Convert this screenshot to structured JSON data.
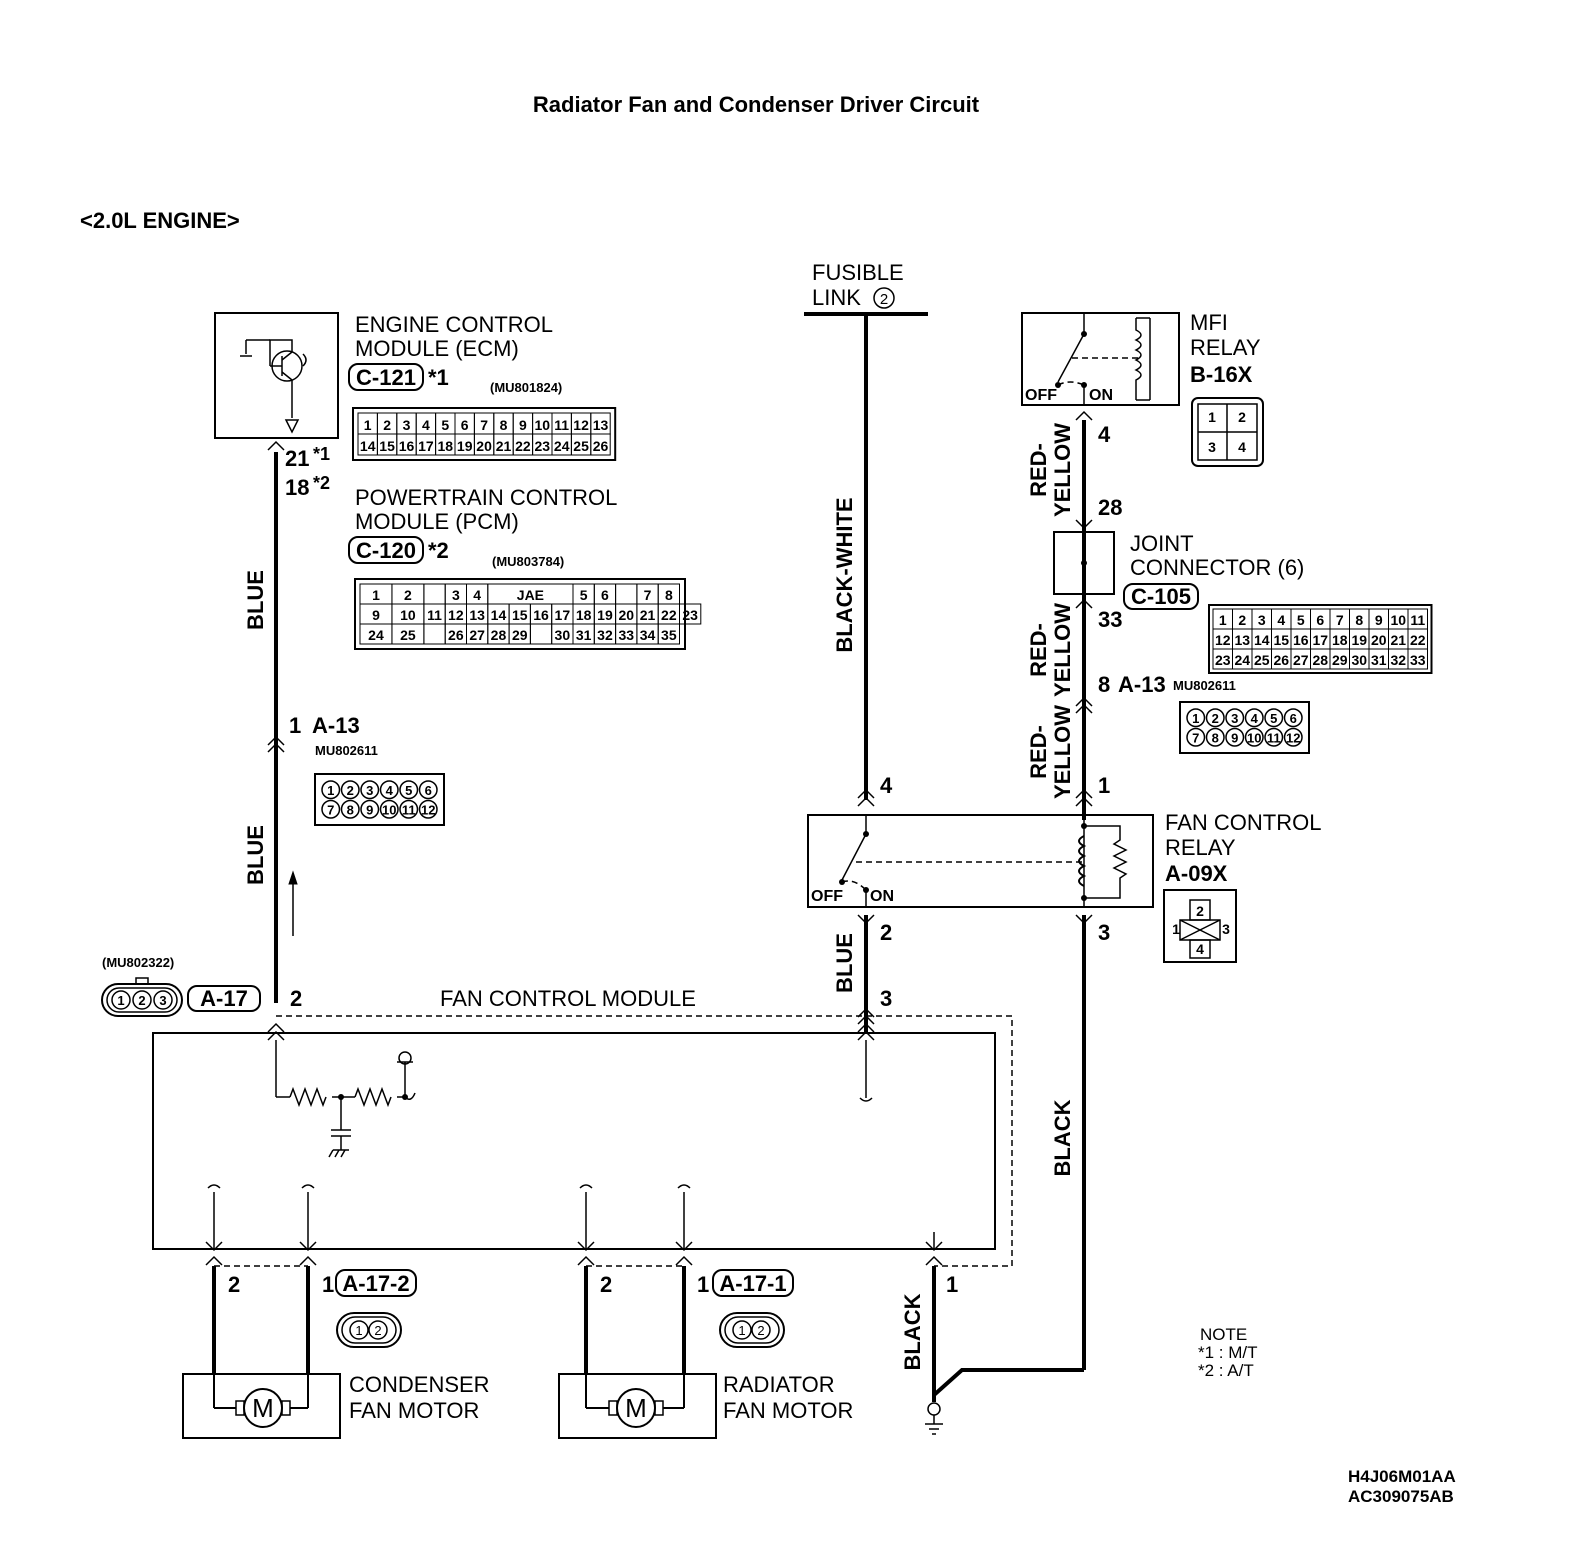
{
  "title": "Radiator Fan and Condenser Driver Circuit",
  "engine": "<2.0L ENGINE>",
  "fusible_link": {
    "line1": "FUSIBLE",
    "line2": "LINK",
    "num": "2"
  },
  "ecm": {
    "line1": "ENGINE CONTROL",
    "line2": "MODULE (ECM)",
    "connector": "C-121",
    "star": "*1",
    "part": "(MU801824)",
    "row1": [
      "1",
      "2",
      "3",
      "4",
      "5",
      "6",
      "7",
      "8",
      "9",
      "10",
      "11",
      "12",
      "13"
    ],
    "row2": [
      "14",
      "15",
      "16",
      "17",
      "18",
      "19",
      "20",
      "21",
      "22",
      "23",
      "24",
      "25",
      "26"
    ]
  },
  "ecm_pins": {
    "p1": "21",
    "s1": "*1",
    "p2": "18",
    "s2": "*2"
  },
  "pcm": {
    "line1": "POWERTRAIN CONTROL",
    "line2": "MODULE (PCM)",
    "connector": "C-120",
    "star": "*2",
    "part": "(MU803784)",
    "row1": [
      "1",
      "2",
      "",
      "3",
      "4",
      "JAE",
      "5",
      "6",
      "7",
      "8"
    ],
    "row2": [
      "9",
      "10",
      "11",
      "12",
      "13",
      "14",
      "15",
      "16",
      "17",
      "18",
      "19",
      "20",
      "21",
      "22",
      "23"
    ],
    "row3": [
      "24",
      "25",
      "26",
      "27",
      "28",
      "29",
      "30",
      "31",
      "32",
      "33",
      "34",
      "35"
    ]
  },
  "a13_left": {
    "pin": "1",
    "connector": "A-13",
    "part": "MU802611",
    "row1": [
      "1",
      "2",
      "3",
      "4",
      "5",
      "6"
    ],
    "row2": [
      "7",
      "8",
      "9",
      "10",
      "11",
      "12"
    ]
  },
  "a13_right": {
    "pin": "8",
    "connector": "A-13",
    "part": "MU802611",
    "row1": [
      "1",
      "2",
      "3",
      "4",
      "5",
      "6"
    ],
    "row2": [
      "7",
      "8",
      "9",
      "10",
      "11",
      "12"
    ]
  },
  "a17": {
    "part": "(MU802322)",
    "connector": "A-17",
    "pins": [
      "1",
      "2",
      "3"
    ],
    "pin": "2"
  },
  "fan_control_module": {
    "label": "FAN CONTROL MODULE"
  },
  "mfi_relay": {
    "line1": "MFI",
    "line2": "RELAY",
    "code": "B-16X",
    "off": "OFF",
    "on": "ON",
    "pins": [
      "1",
      "2",
      "3",
      "4"
    ],
    "pin": "4"
  },
  "joint_connector": {
    "line1": "JOINT",
    "line2": "CONNECTOR (6)",
    "connector": "C-105",
    "pin_in": "28",
    "pin_out": "33",
    "row1": [
      "1",
      "2",
      "3",
      "4",
      "5",
      "6",
      "7",
      "8",
      "9",
      "10",
      "11"
    ],
    "row2": [
      "12",
      "13",
      "14",
      "15",
      "16",
      "17",
      "18",
      "19",
      "20",
      "21",
      "22"
    ],
    "row3": [
      "23",
      "24",
      "25",
      "26",
      "27",
      "28",
      "29",
      "30",
      "31",
      "32",
      "33"
    ]
  },
  "fan_control_relay": {
    "line1": "FAN CONTROL",
    "line2": "RELAY",
    "code": "A-09X",
    "off": "OFF",
    "on": "ON",
    "pin_in_sw": "4",
    "pin_in_coil": "1",
    "pin_out_sw": "2",
    "pin_out_coil": "3",
    "pins": [
      "1",
      "2",
      "3",
      "4"
    ]
  },
  "fcm_pin_in": "3",
  "wires": {
    "blue1": "BLUE",
    "blue2": "BLUE",
    "blue3": "BLUE",
    "black_white": "BLACK-WHITE",
    "red_yellow": "RED-",
    "yellow": "YELLOW",
    "black1": "BLACK",
    "black2": "BLACK"
  },
  "condenser_fan": {
    "line1": "CONDENSER",
    "line2": "FAN MOTOR",
    "connector": "A-17-2",
    "pin2": "2",
    "pin1": "1",
    "pins": [
      "1",
      "2"
    ],
    "motor": "M"
  },
  "radiator_fan": {
    "line1": "RADIATOR",
    "line2": "FAN MOTOR",
    "connector": "A-17-1",
    "pin2": "2",
    "pin1": "1",
    "pins": [
      "1",
      "2"
    ],
    "motor": "M"
  },
  "ground_pin": "1",
  "note": {
    "title": "NOTE",
    "l1": "*1 : M/T",
    "l2": "*2 : A/T"
  },
  "codes": {
    "c1": "H4J06M01AA",
    "c2": "AC309075AB"
  }
}
